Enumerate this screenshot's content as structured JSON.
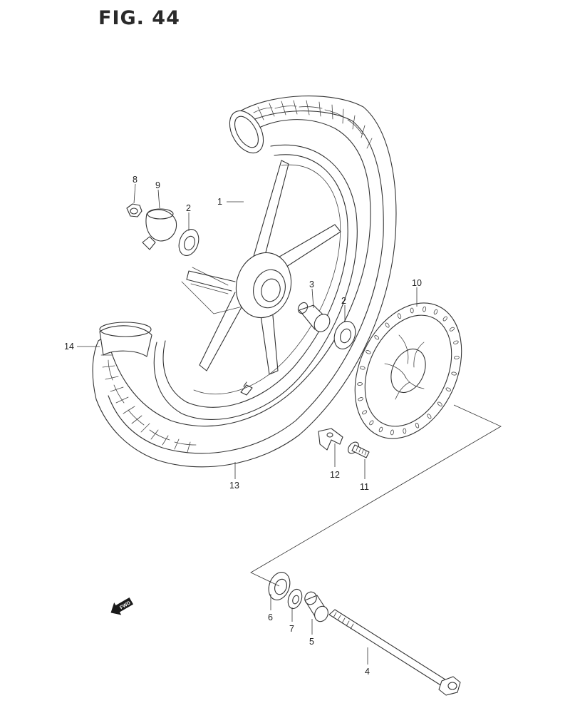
{
  "figure": {
    "title": "FIG. 44"
  },
  "parts": [
    {
      "id": "p1",
      "label": "1"
    },
    {
      "id": "p2a",
      "label": "2"
    },
    {
      "id": "p2b",
      "label": "2"
    },
    {
      "id": "p3",
      "label": "3"
    },
    {
      "id": "p4",
      "label": "4"
    },
    {
      "id": "p5",
      "label": "5"
    },
    {
      "id": "p6",
      "label": "6"
    },
    {
      "id": "p7",
      "label": "7"
    },
    {
      "id": "p8",
      "label": "8"
    },
    {
      "id": "p9",
      "label": "9"
    },
    {
      "id": "p10",
      "label": "10"
    },
    {
      "id": "p11",
      "label": "11"
    },
    {
      "id": "p12",
      "label": "12"
    },
    {
      "id": "p13",
      "label": "13"
    },
    {
      "id": "p14",
      "label": "14"
    }
  ],
  "direction_marker": {
    "label": "FWD",
    "icon": "forward-arrow-icon"
  }
}
